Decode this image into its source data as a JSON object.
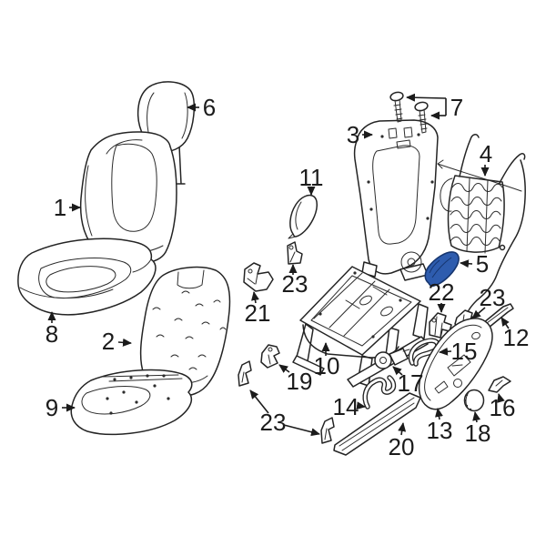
{
  "diagram": {
    "background": "#ffffff",
    "line_color": "#242424",
    "highlight_fill": "#2e5cae",
    "highlight_stroke": "#16356e",
    "callouts": [
      {
        "text": "1",
        "part": "seat-back-cover"
      },
      {
        "text": "2",
        "part": "seat-back-pad"
      },
      {
        "text": "3",
        "part": "seat-back-frame"
      },
      {
        "text": "4",
        "part": "lumbar-support-mat"
      },
      {
        "text": "5",
        "part": "side-trim-highlighted"
      },
      {
        "text": "6",
        "part": "headrest"
      },
      {
        "text": "7",
        "part": "mounting-bolts"
      },
      {
        "text": "8",
        "part": "seat-cushion-cover"
      },
      {
        "text": "9",
        "part": "seat-cushion-pad"
      },
      {
        "text": "10",
        "part": "seat-track-assembly"
      },
      {
        "text": "11",
        "part": "side-cover-trim"
      },
      {
        "text": "12",
        "part": "trim-strip"
      },
      {
        "text": "13",
        "part": "seat-side-shield-panel"
      },
      {
        "text": "14",
        "part": "wire-bracket"
      },
      {
        "text": "15",
        "part": "release-handle"
      },
      {
        "text": "16",
        "part": "end-cap-cover"
      },
      {
        "text": "17",
        "part": "adjuster-motor"
      },
      {
        "text": "18",
        "part": "adjuster-knob"
      },
      {
        "text": "19",
        "part": "support-bracket"
      },
      {
        "text": "20",
        "part": "track-end-cover"
      },
      {
        "text": "21",
        "part": "floor-bracket"
      },
      {
        "text": "22",
        "part": "riser-bracket"
      },
      {
        "text": "23",
        "part": "small-mount-bracket-upper"
      },
      {
        "text": "23",
        "part": "small-mount-bracket-lower-pair"
      },
      {
        "text": "23",
        "part": "small-mount-bracket-right"
      }
    ]
  }
}
